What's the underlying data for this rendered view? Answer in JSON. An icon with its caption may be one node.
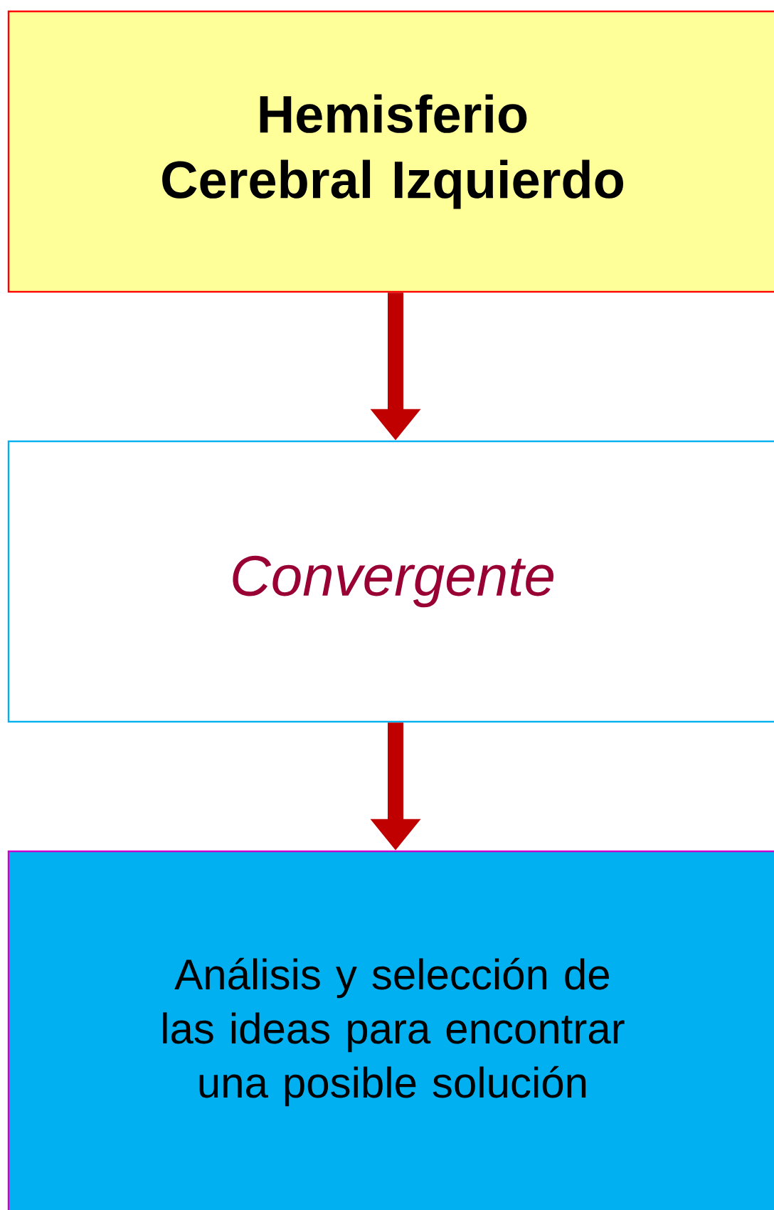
{
  "diagram": {
    "nodes": [
      {
        "text": [
          "Hemisferio Cerebral Izquierdo"
        ]
      },
      {
        "text": [
          "Convergente"
        ]
      },
      {
        "text": [
          "Análisis y selección de las ideas para encontrar una posible solución"
        ]
      }
    ],
    "edges": [
      {
        "from": 0,
        "to": 1,
        "arrow": "to"
      },
      {
        "from": 1,
        "to": 2,
        "arrow": "to"
      }
    ]
  }
}
